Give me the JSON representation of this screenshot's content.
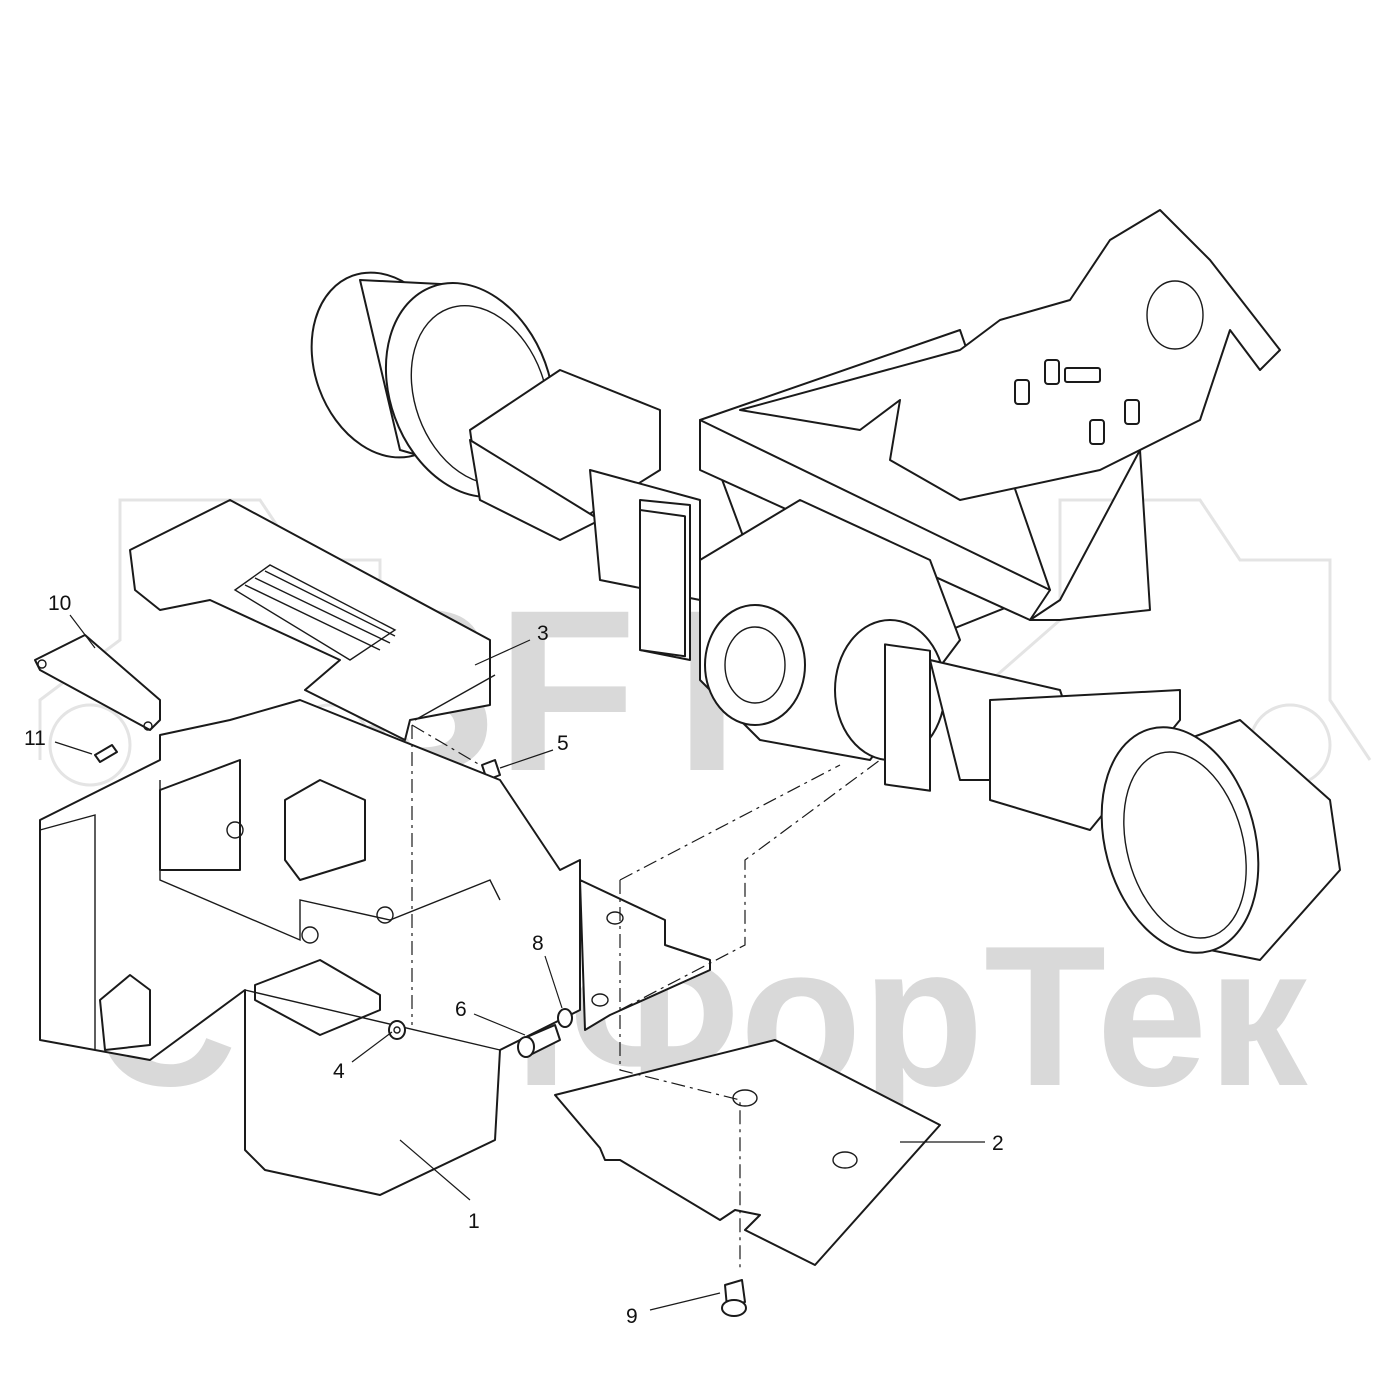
{
  "watermark": {
    "logo_text": "SFT",
    "brand_text": "СканФорТек",
    "color": "#d9d9d9"
  },
  "line_color": "#1a1a1a",
  "callouts": [
    {
      "id": "1",
      "label": "1"
    },
    {
      "id": "2",
      "label": "2"
    },
    {
      "id": "3",
      "label": "3"
    },
    {
      "id": "4",
      "label": "4"
    },
    {
      "id": "5",
      "label": "5"
    },
    {
      "id": "6",
      "label": "6"
    },
    {
      "id": "8",
      "label": "8"
    },
    {
      "id": "9",
      "label": "9"
    },
    {
      "id": "10",
      "label": "10"
    },
    {
      "id": "11",
      "label": "11"
    }
  ]
}
